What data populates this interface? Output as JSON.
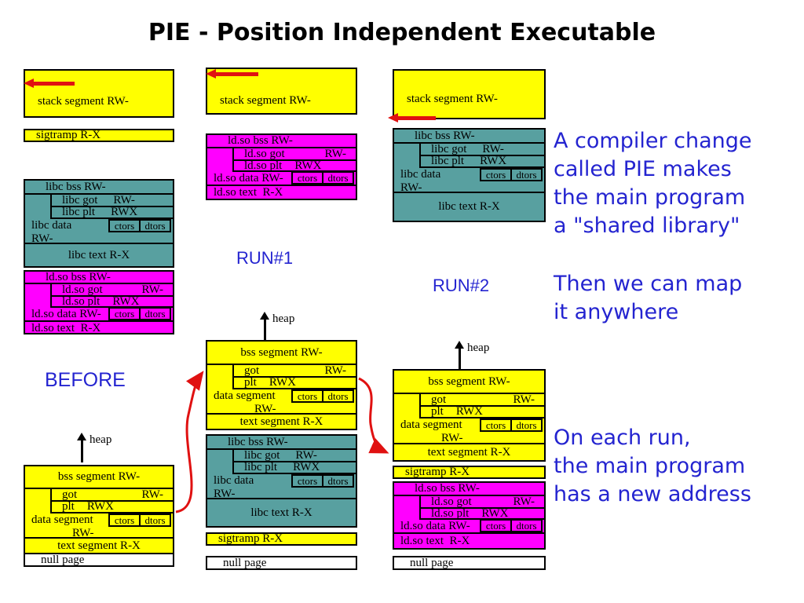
{
  "title": "PIE - Position Independent Executable",
  "labels": {
    "before": "BEFORE",
    "run1": "RUN#1",
    "run2": "RUN#2",
    "heap": "heap"
  },
  "segments": {
    "stack": "stack segment RW-",
    "sigtramp": "sigtramp R-X",
    "null_page": "null page",
    "ctors": "ctors",
    "dtors": "dtors",
    "libc": {
      "bss": "libc bss RW-",
      "got": "libc got",
      "got_perm": "RW-",
      "plt": "libc plt",
      "plt_perm": "RWX",
      "data": "libc data",
      "data_perm": "RW-",
      "text": "libc text R-X"
    },
    "ldso": {
      "bss": "ld.so bss RW-",
      "got": "ld.so got",
      "got_perm": "RW-",
      "plt": "ld.so plt",
      "plt_perm": "RWX",
      "data": "ld.so data RW-",
      "text": "ld.so text  R-X"
    },
    "main": {
      "bss": "bss segment RW-",
      "got": "got",
      "got_perm": "RW-",
      "plt": "plt",
      "plt_perm": "RWX",
      "data": "data segment",
      "data_perm": "RW-",
      "text": "text segment R-X"
    }
  },
  "annotations": {
    "compiler_change": [
      "A compiler change",
      "called PIE makes",
      "the main program",
      "a \"shared library\""
    ],
    "map_anywhere": [
      "Then we can map",
      "it anywhere"
    ],
    "each_run": [
      "On each run,",
      "the main program",
      "has a new address"
    ]
  },
  "colors": {
    "yellow": "#FFFF00",
    "magenta": "#FF00FF",
    "teal": "#58A0A0",
    "red": "#E01111",
    "blue": "#2424D0"
  }
}
